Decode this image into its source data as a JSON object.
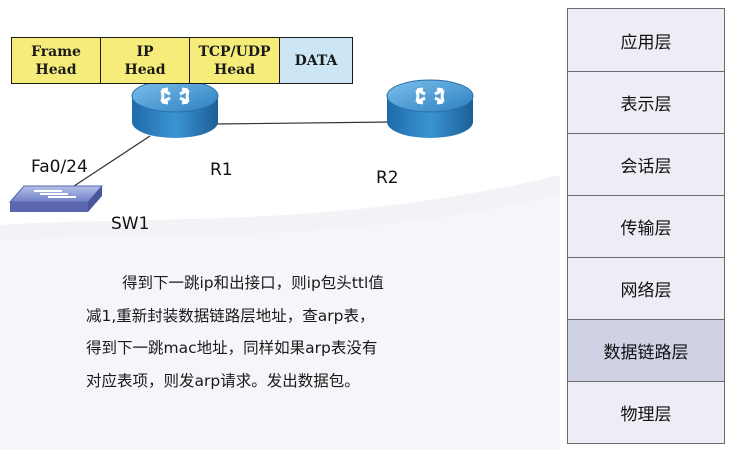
{
  "packet_header": {
    "cells": [
      {
        "label": "Frame\nHead",
        "fill": "#f6ec7a"
      },
      {
        "label": "IP\nHead",
        "fill": "#f6ec7a"
      },
      {
        "label": "TCP/UDP\nHead",
        "fill": "#f6ec7a"
      },
      {
        "label": "DATA",
        "fill": "#cde6f6"
      }
    ]
  },
  "topology": {
    "router1_label": "R1",
    "router2_label": "R2",
    "switch_label": "SW1",
    "port_label": "Fa0/24",
    "router_color": "#2f8ac8",
    "switch_color": "#7f8fcf"
  },
  "description": {
    "lines": [
      "得到下一跳ip和出接口，则ip包头ttl值",
      "减1,重新封装数据链路层地址，查arp表，",
      "得到下一跳mac地址，同样如果arp表没有",
      "对应表项，则发arp请求。发出数据包。"
    ]
  },
  "osi_layers": [
    {
      "label": "应用层",
      "highlighted": false
    },
    {
      "label": "表示层",
      "highlighted": false
    },
    {
      "label": "会话层",
      "highlighted": false
    },
    {
      "label": "传输层",
      "highlighted": false
    },
    {
      "label": "网络层",
      "highlighted": false
    },
    {
      "label": "数据链路层",
      "highlighted": true
    },
    {
      "label": "物理层",
      "highlighted": false
    }
  ],
  "colors": {
    "osi_normal": "#ecedf5",
    "osi_highlight": "#cfd1e5",
    "header_yellow": "#f6ec7a",
    "header_blue": "#cde6f6"
  }
}
